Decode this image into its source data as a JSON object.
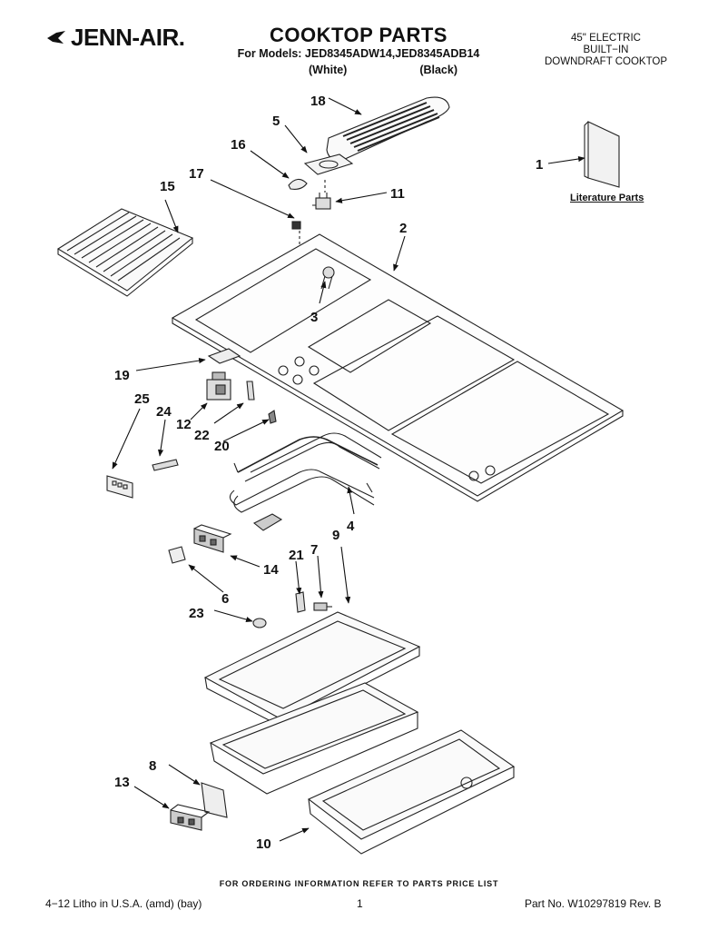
{
  "header": {
    "brand": "JENN-AIR.",
    "title": "COOKTOP PARTS",
    "models_line": "For Models: JED8345ADW14,JED8345ADB14",
    "variant_white": "(White)",
    "variant_black": "(Black)",
    "description_lines": [
      "45\" ELECTRIC",
      "BUILT−IN",
      "DOWNDRAFT COOKTOP"
    ]
  },
  "literature_label": "Literature Parts",
  "callouts": [
    "1",
    "2",
    "3",
    "4",
    "5",
    "6",
    "7",
    "8",
    "9",
    "10",
    "11",
    "12",
    "13",
    "14",
    "15",
    "16",
    "17",
    "18",
    "19",
    "20",
    "21",
    "22",
    "23",
    "24",
    "25"
  ],
  "footer": {
    "ordering_note": "FOR ORDERING INFORMATION REFER TO PARTS PRICE LIST",
    "litho": "4−12 Litho in U.S.A. (amd) (bay)",
    "page_number": "1",
    "part_number": "Part No. W10297819 Rev. B"
  }
}
